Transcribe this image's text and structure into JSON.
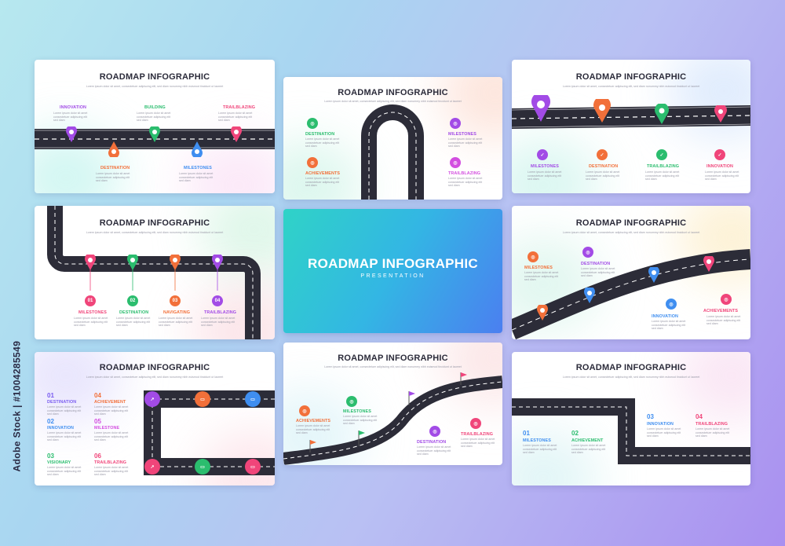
{
  "side_label": "Adobe Stock | #1004285549",
  "center": {
    "title": "ROADMAP INFOGRAPHIC",
    "subtitle": "PRESENTATION"
  },
  "slide_title": "ROADMAP INFOGRAPHIC",
  "slide_subtitle": "Lorem ipsum dolor sit amet, consectetuer adipiscing elit, sed diam nonummy nibh euismod tincidunt ut laoreet",
  "body_text": "Lorem ipsum dolor sit amet consectetuer adipiscing elit sed diam",
  "colors": {
    "purple": "#a24be6",
    "green": "#2bbd6e",
    "pink": "#f0457a",
    "orange": "#f2703a",
    "blue": "#3f8ef0",
    "magenta": "#d34ee0",
    "violet": "#7a5cf0",
    "road": "#2c2c38"
  },
  "slide1": {
    "labels": [
      "INNOVATION",
      "BUILDING",
      "TRAILBLAZING",
      "DESTINATION",
      "MILESTONES"
    ]
  },
  "slide2": {
    "labels": [
      "DESTINATION",
      "MILESTONES",
      "ACHIEVEMENTS",
      "TRAILBLAZING"
    ]
  },
  "slide3": {
    "labels": [
      "MILESTONES",
      "DESTINATION",
      "TRAILBLAZING",
      "INNOVATION"
    ]
  },
  "slide4": {
    "numbers": [
      "01",
      "02",
      "03",
      "04"
    ],
    "labels": [
      "MILESTONES",
      "DESTINATION",
      "NAVIGATING",
      "TRAILBLAZING"
    ]
  },
  "slide6": {
    "labels": [
      "MILESTONES",
      "DESTINATION",
      "INNOVATION",
      "ACHIEVEMENTS"
    ]
  },
  "slide7": {
    "numbers": [
      "01",
      "02",
      "03",
      "04",
      "05",
      "06"
    ],
    "labels": [
      "DESTINATION",
      "INNOVATION",
      "VISIONARY",
      "ACHIEVEMENT",
      "MILESTONE",
      "TRAILBLAZING"
    ]
  },
  "slide8": {
    "labels": [
      "MILESTONES",
      "ACHIEVEMENTS",
      "DESTINATION",
      "TRAILBLAZING"
    ]
  },
  "slide9": {
    "numbers": [
      "01",
      "02",
      "03",
      "04"
    ],
    "labels": [
      "MILESTONES",
      "ACHIEVEMENT",
      "INNOVATION",
      "TRAILBLAZING"
    ]
  }
}
